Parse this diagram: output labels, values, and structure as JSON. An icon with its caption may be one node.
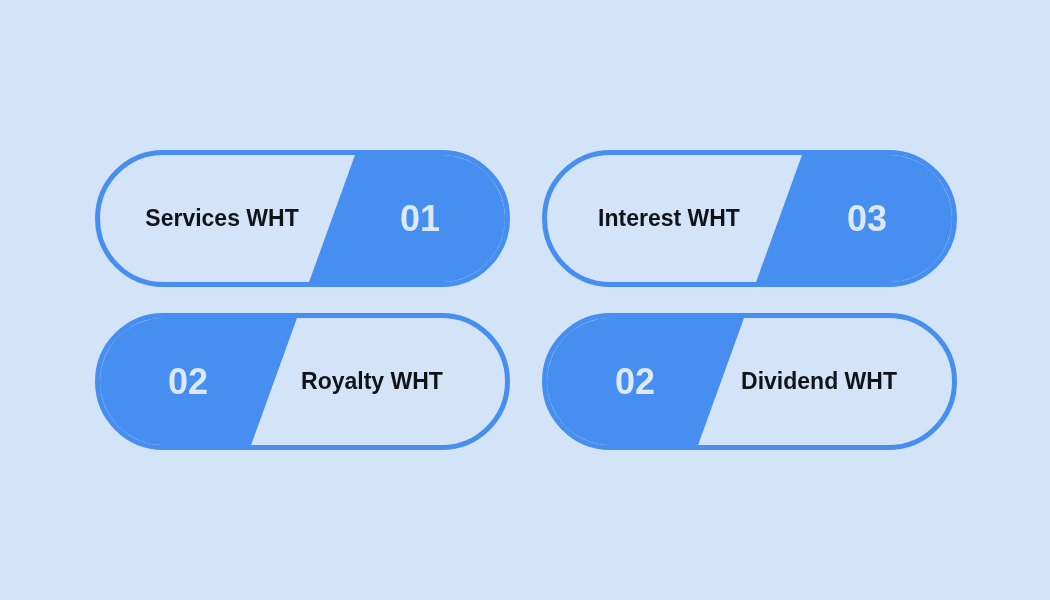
{
  "diagram": {
    "nodes": [
      {
        "text": [
          "Services WHT",
          "01"
        ]
      },
      {
        "text": [
          "Interest WHT",
          "03"
        ]
      },
      {
        "text": [
          "02",
          "Royalty WHT"
        ]
      },
      {
        "text": [
          "02",
          "Dividend WHT"
        ]
      }
    ]
  }
}
